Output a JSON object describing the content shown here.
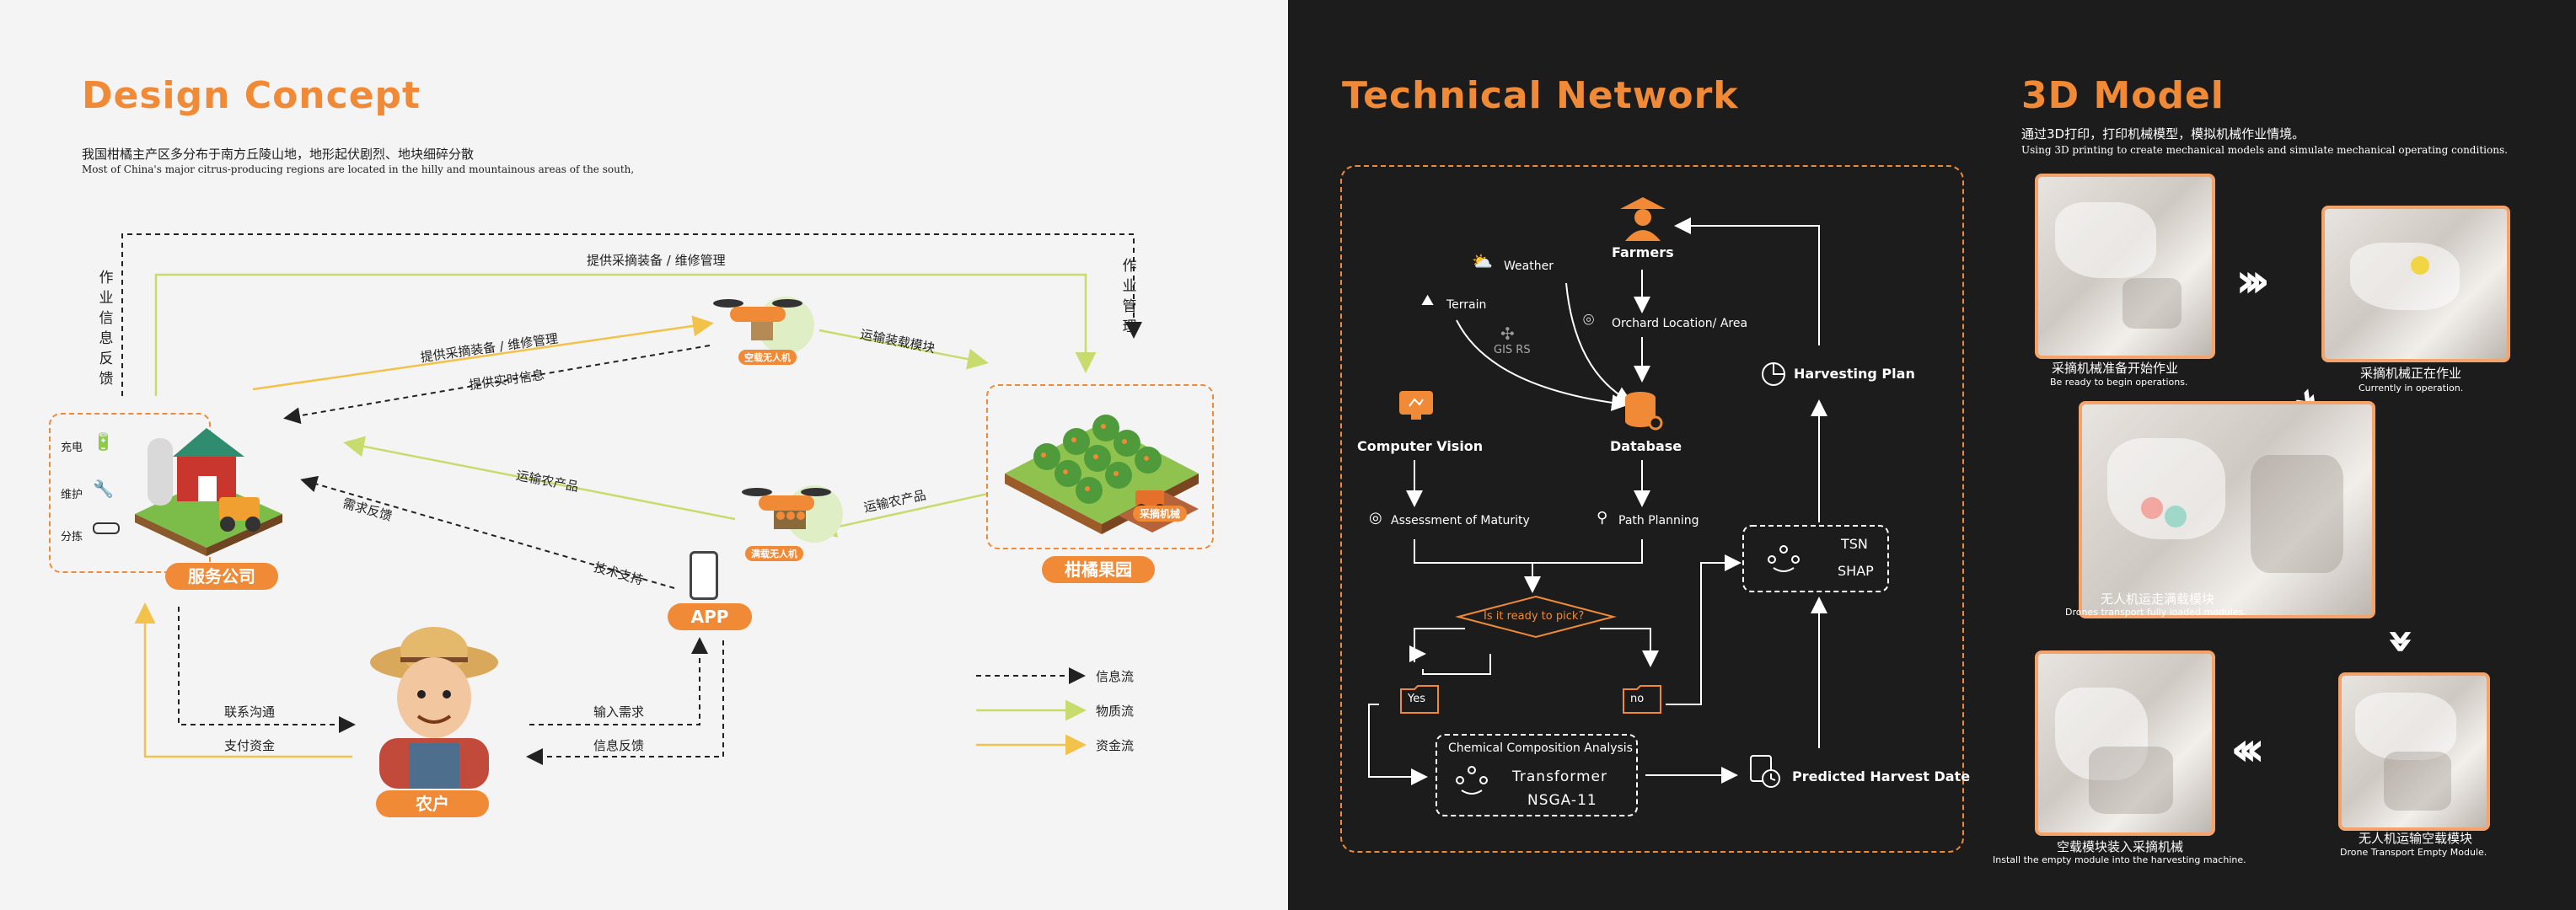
{
  "design": {
    "title": "Design Concept",
    "subtitle_cn": "我国柑橘主产区多分布于南方丘陵山地，地形起伏剧烈、地块细碎分散",
    "subtitle_en": "Most of China's major citrus-producing regions are located in the hilly and mountainous areas of the south,",
    "nodes": {
      "service": "服务公司",
      "orchard": "柑橘果园",
      "app": "APP",
      "farmer": "农户",
      "empty_drone": "空载无人机",
      "full_drone": "满载无人机",
      "machine": "采摘机械"
    },
    "service_features": [
      "充电",
      "维护",
      "分拣"
    ],
    "edges": {
      "top_supply": "提供采摘装备 / 维修管理",
      "left_vertical": "作业信息反馈",
      "right_vertical": "作业管理",
      "diag_supply": "提供采摘装备 / 维修管理",
      "diag_realtime": "提供实时信息",
      "transport_empty": "运输装载模块",
      "transport_produce": "运输农产品",
      "transport_produce_right": "运输农产品",
      "demand_feedback": "需求反馈",
      "tech_support": "技术支持",
      "contact": "联系沟通",
      "payment": "支付资金",
      "input_demand": "输入需求",
      "info_feedback": "信息反馈"
    },
    "legend": [
      "信息流",
      "物质流",
      "资金流"
    ],
    "colors": {
      "accent": "#f08a36",
      "material": "#c8dc6e",
      "funds": "#f2c24b",
      "info": "#222222"
    }
  },
  "network": {
    "title": "Technical Network",
    "farmers": "Farmers",
    "weather": "Weather",
    "terrain": "Terrain",
    "gis": "GIS RS",
    "orchard_location": "Orchard Location/ Area",
    "harvesting_plan": "Harvesting Plan",
    "computer_vision": "Computer Vision",
    "database": "Database",
    "assessment": "Assessment of Maturity",
    "path_planning": "Path Planning",
    "tsn": "TSN",
    "shap": "SHAP",
    "decision": "Is it ready to pick?",
    "yes": "Yes",
    "no": "no",
    "chem_title": "Chemical Composition Analysis",
    "transformer": "Transformer",
    "nsga": "NSGA-11",
    "predicted": "Predicted Harvest Date"
  },
  "model": {
    "title": "3D Model",
    "subtitle_cn": "通过3D打印，打印机械模型，模拟机械作业情境。",
    "subtitle_en": "Using 3D printing to create mechanical models and simulate mechanical operating conditions.",
    "captions": [
      {
        "cn": "采摘机械准备开始作业",
        "en": "Be ready to begin operations."
      },
      {
        "cn": "采摘机械正在作业",
        "en": "Currently in operation."
      },
      {
        "cn": "无人机运走满载模块",
        "en": "Drones transport fully loaded modules."
      },
      {
        "cn": "空载模块装入采摘机械",
        "en": "Install the empty module into the harvesting machine."
      },
      {
        "cn": "无人机运输空载模块",
        "en": "Drone Transport Empty Module."
      }
    ]
  }
}
